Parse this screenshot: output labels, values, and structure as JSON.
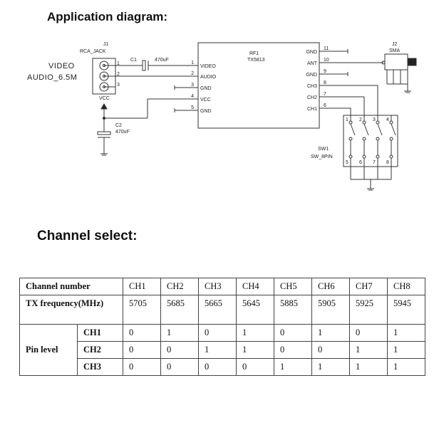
{
  "headings": {
    "application": "Application diagram:",
    "channel": "Channel select:"
  },
  "schematic": {
    "j1": {
      "ref": "J1",
      "name": "RCA_JACK",
      "label_video": "VIDEO",
      "label_audio": "AUDIO_6.5M",
      "pins": [
        "1",
        "2",
        "3"
      ]
    },
    "c1": {
      "ref": "C1",
      "value": "470uF"
    },
    "c2": {
      "ref": "C2",
      "value": "470uF"
    },
    "vcc": "VCC",
    "rf1": {
      "ref": "RF1",
      "part": "TX5813",
      "left_pins": [
        {
          "num": "1",
          "name": "VIDEO"
        },
        {
          "num": "2",
          "name": "AUDIO"
        },
        {
          "num": "3",
          "name": "GND"
        },
        {
          "num": "4",
          "name": "VCC"
        },
        {
          "num": "5",
          "name": "GND"
        }
      ],
      "right_pins": [
        {
          "num": "11",
          "name": "GND"
        },
        {
          "num": "10",
          "name": "ANT"
        },
        {
          "num": "9",
          "name": "GND"
        },
        {
          "num": "8",
          "name": "CH3"
        },
        {
          "num": "7",
          "name": "CH2"
        },
        {
          "num": "6",
          "name": "CH1"
        }
      ]
    },
    "j2": {
      "ref": "J2",
      "name": "SMA"
    },
    "sw1": {
      "ref": "SW1",
      "name": "SW_8PIN",
      "top_pins": [
        "1",
        "2",
        "3",
        "4"
      ],
      "bottom_pins": [
        "5",
        "6",
        "7",
        "8"
      ]
    }
  },
  "table": {
    "header_label": "Channel number",
    "channels": [
      "CH1",
      "CH2",
      "CH3",
      "CH4",
      "CH5",
      "CH6",
      "CH7",
      "CH8"
    ],
    "freq_label": "TX frequency(MHz)",
    "frequencies": [
      "5705",
      "5685",
      "5665",
      "5645",
      "5885",
      "5905",
      "5925",
      "5945"
    ],
    "pin_label": "Pin level",
    "pins": [
      {
        "name": "CH1",
        "levels": [
          "0",
          "1",
          "0",
          "1",
          "0",
          "1",
          "0",
          "1"
        ]
      },
      {
        "name": "CH2",
        "levels": [
          "0",
          "0",
          "1",
          "1",
          "0",
          "0",
          "1",
          "1"
        ]
      },
      {
        "name": "CH3",
        "levels": [
          "0",
          "0",
          "0",
          "0",
          "1",
          "1",
          "1",
          "1"
        ]
      }
    ]
  }
}
